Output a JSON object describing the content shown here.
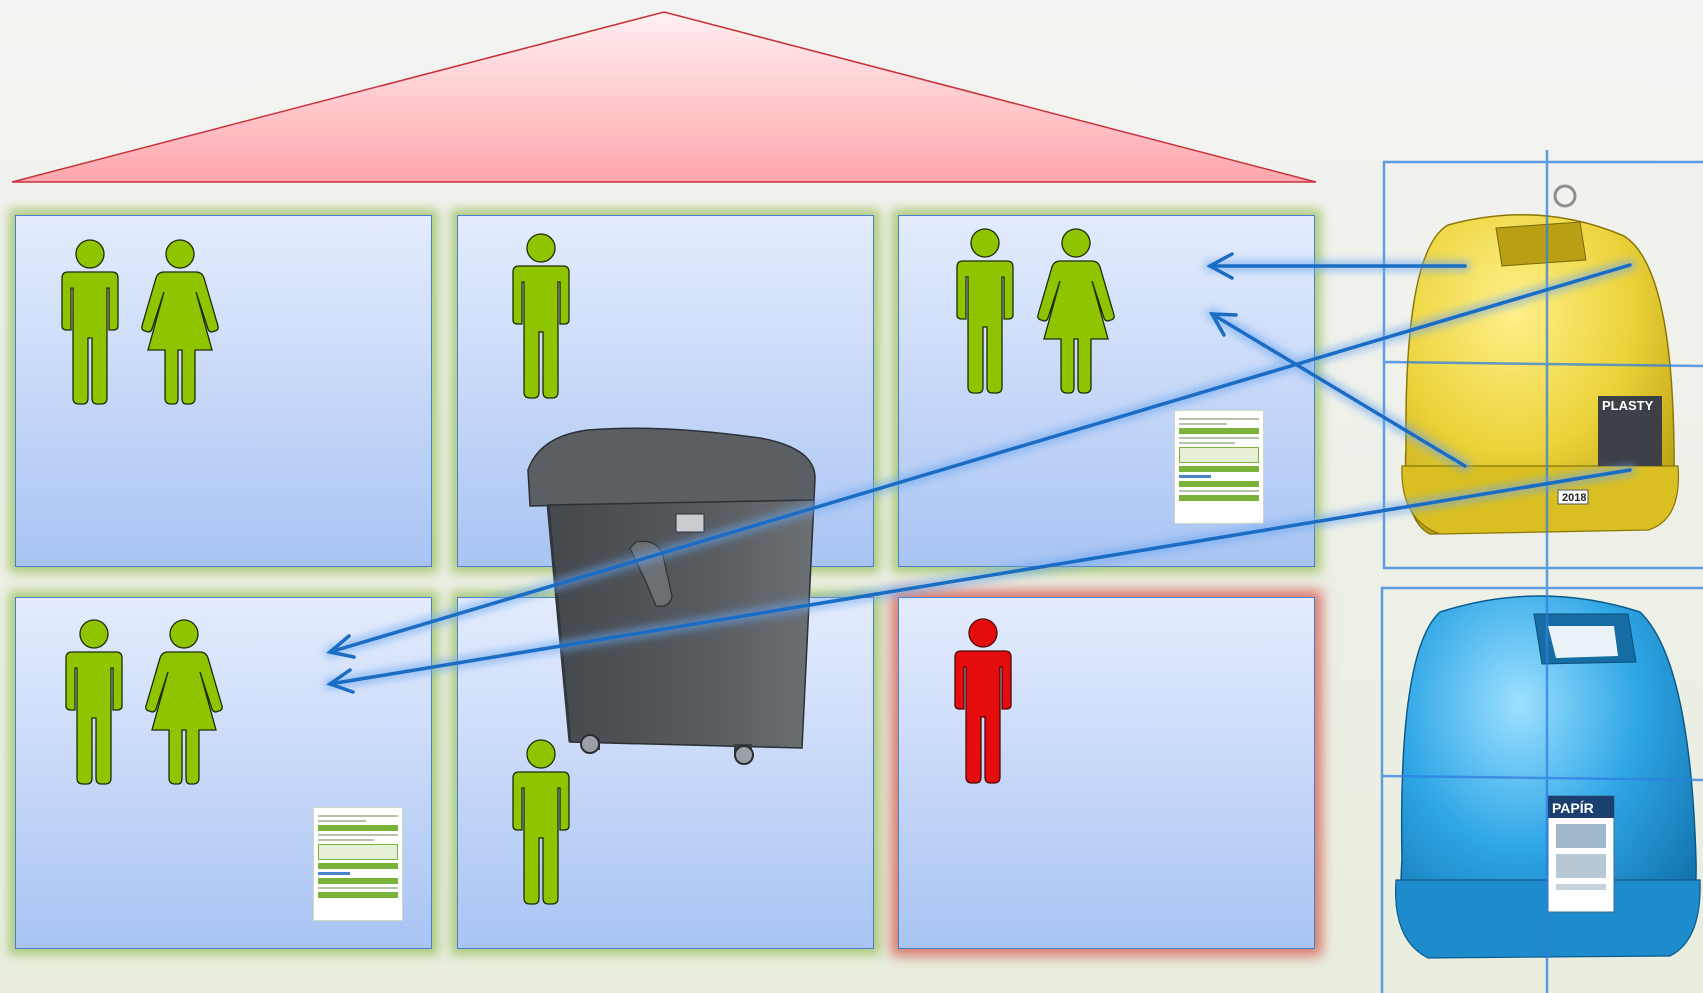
{
  "diagram": {
    "apartments": [
      {
        "id": "top-left",
        "residents": [
          "man",
          "woman"
        ],
        "outline": "green",
        "has_document": false
      },
      {
        "id": "top-middle",
        "residents": [
          "man"
        ],
        "outline": "green",
        "has_document": false
      },
      {
        "id": "top-right",
        "residents": [
          "man",
          "woman"
        ],
        "outline": "green",
        "has_document": true
      },
      {
        "id": "bottom-left",
        "residents": [
          "man",
          "woman"
        ],
        "outline": "green",
        "has_document": true
      },
      {
        "id": "bottom-middle",
        "residents": [
          "man"
        ],
        "outline": "green",
        "has_document": false
      },
      {
        "id": "bottom-right",
        "residents": [
          "man"
        ],
        "outline": "red",
        "has_document": false
      }
    ],
    "containers": {
      "plastic": {
        "label": "PLASTY",
        "year": "2018",
        "color": "#f2d83a"
      },
      "paper": {
        "label": "PAPÍR",
        "color": "#2fa6e6"
      }
    },
    "colors": {
      "roof": "#ffb7bd",
      "resident_green": "#8fc400",
      "resident_red": "#e40c0c",
      "arrow": "#1a6cc4",
      "bin_grey": "#4e5358"
    }
  }
}
